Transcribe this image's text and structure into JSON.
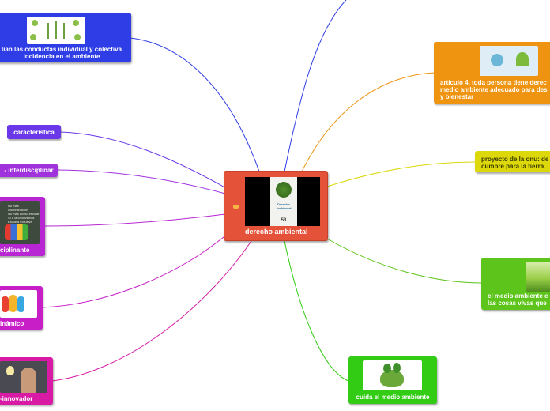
{
  "central": {
    "label": "derecho ambiental",
    "book_title": "Derecho Ambiental",
    "book_number": "53"
  },
  "nodes": {
    "conductas": {
      "label": "lian las conductas individual y colectiva\nincidencia en el ambiente",
      "color": "#2f3de6"
    },
    "caracteristica": {
      "label": "característica",
      "color": "#6a38e8"
    },
    "interdisciplinar": {
      "label": "- interdisciplinar",
      "color": "#a032de"
    },
    "disciplinante": {
      "label": "ciplinante",
      "color": "#b726d2"
    },
    "dinamico": {
      "label": "inámico",
      "color": "#c81ec8"
    },
    "innovador": {
      "label": "-innovador",
      "color": "#d81aa4"
    },
    "articulo4": {
      "label": "artículo 4. toda persona tiene derec\nmedio ambiente adecuado para des\ny bienestar",
      "color": "#ef9410"
    },
    "proyecto_onu": {
      "label": "proyecto de la onu: de\ncumbre para la tierra",
      "color": "#dcd80a"
    },
    "medio_ambiente": {
      "label": "el medio ambiente e\nlas cosas vivas que",
      "color": "#5cc41a"
    },
    "cuida": {
      "label": "cuida el medio ambiente",
      "color": "#33cc14"
    }
  },
  "chalkboard_text": "No más discriminación\nNo más acoso escolar\nSí a la convivencia\nEscuela inclusiva"
}
